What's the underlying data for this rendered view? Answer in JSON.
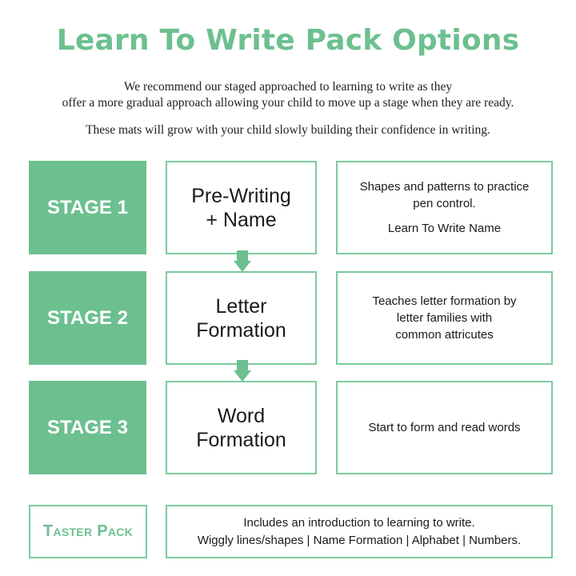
{
  "title": "Learn To Write Pack Options",
  "intro": {
    "line1": "We recommend our staged approached to learning to write as they",
    "line2": "offer a more gradual approach allowing your child to move up a stage when they are ready.",
    "line3": "These mats will grow with your child slowly building their confidence in writing."
  },
  "stages": [
    {
      "label": "STAGE 1",
      "name_line1": "Pre-Writing",
      "name_line2": "+ Name",
      "desc_line1": "Shapes and patterns to practice",
      "desc_line2": "pen control.",
      "desc_line3": "Learn To Write Name"
    },
    {
      "label": "STAGE 2",
      "name_line1": "Letter",
      "name_line2": "Formation",
      "desc_line1": "Teaches letter formation by",
      "desc_line2": "letter families with",
      "desc_line3": "common attricutes"
    },
    {
      "label": "STAGE 3",
      "name_line1": "Word",
      "name_line2": "Formation",
      "desc_line1": "Start to form and read words"
    }
  ],
  "taster": {
    "label": "Taster Pack",
    "desc_line1": "Includes an introduction to learning to write.",
    "desc_line2": "Wiggly lines/shapes | Name Formation | Alphabet | Numbers."
  },
  "colors": {
    "accent": "#6cc08f",
    "border": "#7ccb9f"
  },
  "icons": [
    "down-arrow-icon",
    "down-arrow-icon"
  ]
}
